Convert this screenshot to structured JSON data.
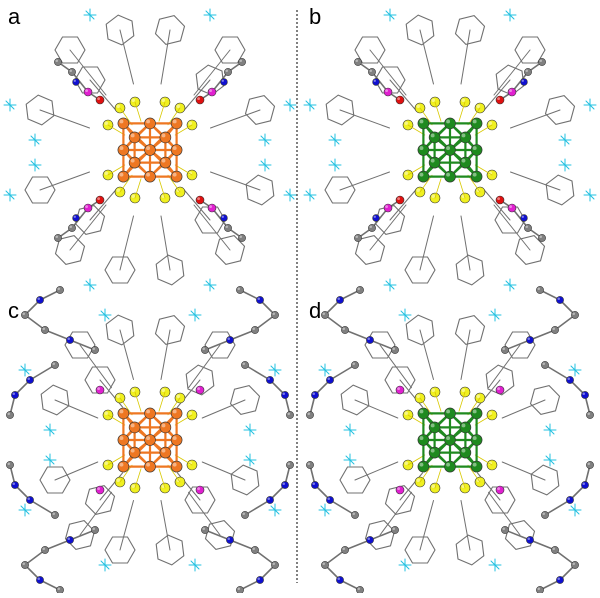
{
  "figure": {
    "panels": [
      {
        "label": "a",
        "cluster_color": "#ee7722",
        "ligand": "short"
      },
      {
        "label": "b",
        "cluster_color": "#1f8a1f",
        "ligand": "short"
      },
      {
        "label": "c",
        "cluster_color": "#ee7722",
        "ligand": "extended"
      },
      {
        "label": "d",
        "cluster_color": "#1f8a1f",
        "ligand": "extended"
      }
    ],
    "atom_colors": {
      "sulfur": "#f0f020",
      "phosphorus": "#e020d0",
      "oxygen": "#e01010",
      "nitrogen": "#1010d0",
      "carbon": "#808080",
      "fluorine": "#20c0e0",
      "bond": "#707070"
    },
    "divider": "dotted-vertical"
  }
}
